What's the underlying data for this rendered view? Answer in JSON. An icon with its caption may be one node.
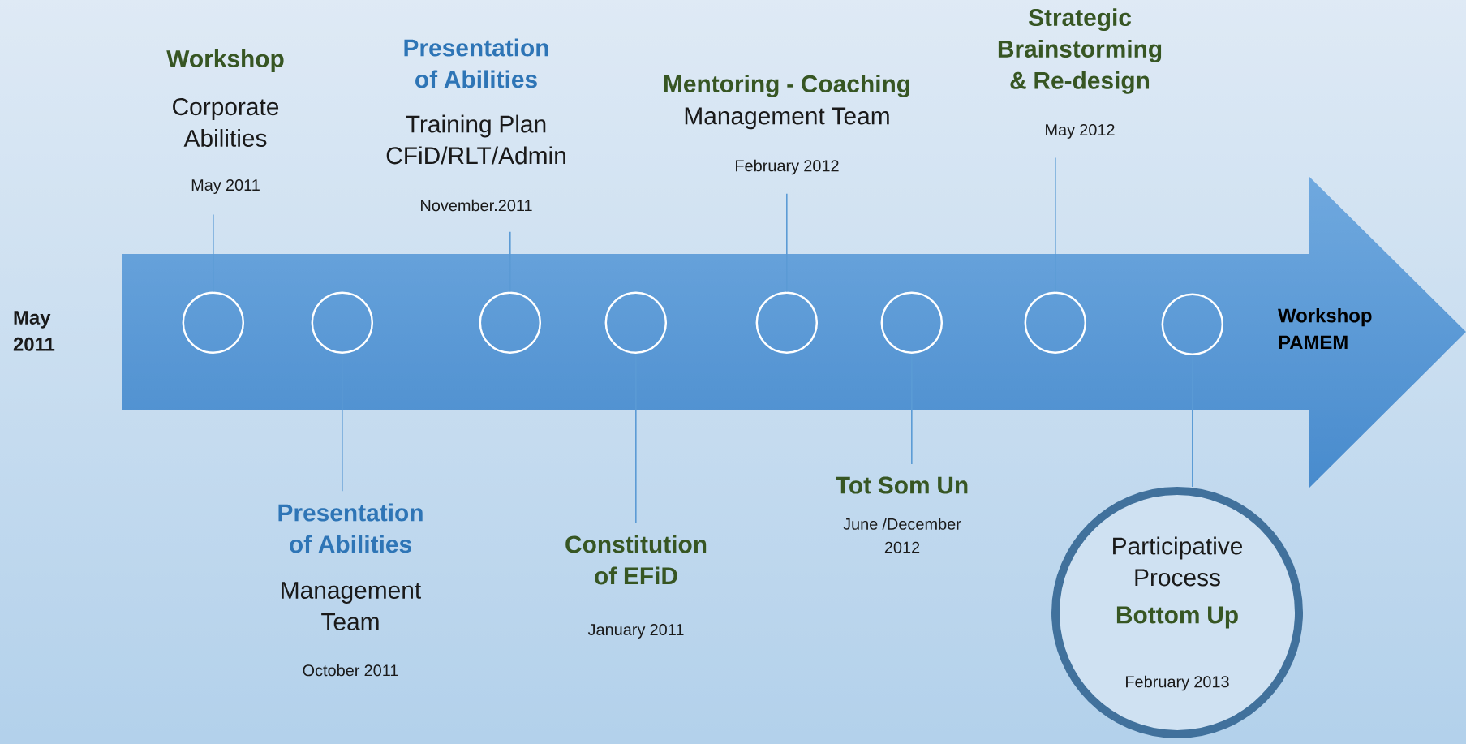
{
  "diagram": {
    "nodes": [
      {
        "text": [
          "Workshop PAMEM"
        ]
      },
      {
        "text": [],
        "shape": "circle",
        "in": 0
      },
      {
        "text": [],
        "shape": "circle",
        "in": 0
      },
      {
        "text": [],
        "shape": "circle",
        "in": 0
      },
      {
        "text": [],
        "shape": "circle",
        "in": 0
      },
      {
        "text": [],
        "shape": "circle",
        "in": 0
      },
      {
        "text": [],
        "shape": "circle",
        "in": 0
      },
      {
        "text": [],
        "shape": "circle",
        "in": 0
      },
      {
        "text": [],
        "shape": "circle",
        "in": 0
      },
      {
        "text": [
          "Workshop",
          "Corporate Abilities",
          "May  2011"
        ]
      },
      {
        "text": [
          "Presentation of Abilities",
          "Training Plan CFiD/RLT/Admin",
          "November.2011"
        ]
      },
      {
        "text": [
          "Mentoring - Coaching",
          "Management Team",
          "February 2012"
        ]
      },
      {
        "text": [
          "Strategic Brainstorming & Re-design",
          "May 2012"
        ]
      },
      {
        "text": [
          "Presentation of Abilities",
          "Management Team",
          "October 2011"
        ]
      },
      {
        "text": [
          "Constitution of EFiD",
          "January 2011"
        ]
      },
      {
        "text": [
          "Tot Som Un",
          "June /December 2012"
        ]
      },
      {
        "text": [
          "Participative Process",
          "Bottom Up",
          "February 2013"
        ]
      }
    ],
    "edges": [
      {
        "from": 9,
        "to": 1,
        "arrow": "none"
      },
      {
        "from": 2,
        "to": 13,
        "arrow": "none"
      },
      {
        "from": 10,
        "to": 3,
        "arrow": "none"
      },
      {
        "from": 4,
        "to": 14,
        "arrow": "none"
      },
      {
        "from": 11,
        "to": 5,
        "arrow": "none"
      },
      {
        "from": 6,
        "to": 15,
        "arrow": "none"
      },
      {
        "from": 12,
        "to": 7,
        "arrow": "none"
      },
      {
        "from": 8,
        "to": 16,
        "arrow": "none"
      }
    ],
    "labels": [
      "May 2011"
    ]
  }
}
